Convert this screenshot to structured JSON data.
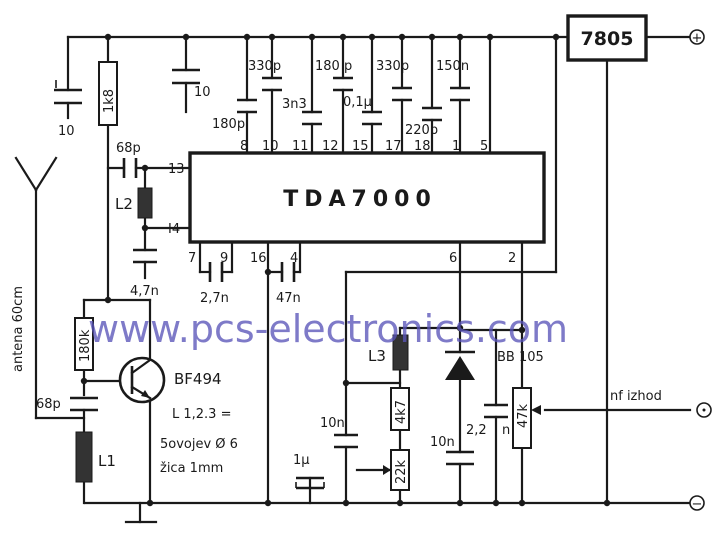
{
  "ic": {
    "name": "TDA7000"
  },
  "regulator": {
    "name": "7805"
  },
  "terminals": {
    "plus": "+",
    "minus": "−"
  },
  "watermark": "www.pcs-electronics.com",
  "pins": {
    "p8": "8",
    "p10": "10",
    "p11": "11",
    "p12": "12",
    "p15": "15",
    "p17": "17",
    "p18": "18",
    "p1": "1",
    "p5": "5",
    "p13": "13",
    "p14": "I4",
    "p7": "7",
    "p9": "9",
    "p16": "16",
    "p4": "4",
    "p6": "6",
    "p2": "2"
  },
  "components": {
    "c_supply": "10",
    "c_supply2": "10",
    "r_1k8": "1k8",
    "c_180p_a": "180p",
    "c_330p_a": "330p",
    "c_3n3": "3n3",
    "c_180p_b": "180 p",
    "c_0u1": "0,1µ",
    "c_330p_b": "330p",
    "c_220p": "220p",
    "c_150n": "150n",
    "c_68p_top": "68p",
    "l2": "L2",
    "c_4n7": "4,7n",
    "c_2n7": "2,7n",
    "c_47n": "47n",
    "r_180k": "180k",
    "transistor": "BF494",
    "c_68p_ant": "68p",
    "l1": "L1",
    "antenna": "antena  60cm",
    "l3": "L3",
    "r_4k7": "4k7",
    "r_22k": "22k",
    "c_10n_a": "10n",
    "c_1u": "1µ",
    "c_10n_b": "10n",
    "c_2n2": "2,2",
    "c_2n2_unit": "n",
    "varicap": "BB 105",
    "pot_47k": "47k",
    "output": "nf izhod"
  },
  "coil_note": {
    "line1": "L 1,2.3 =",
    "line2": "5ovojev Ø 6",
    "line3": "žica 1mm"
  }
}
